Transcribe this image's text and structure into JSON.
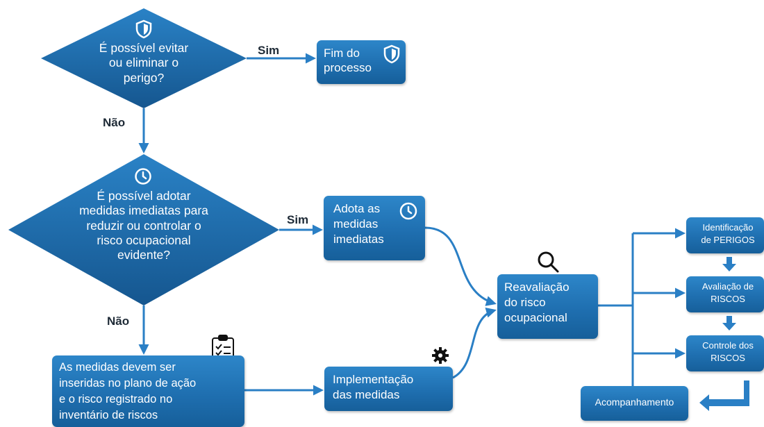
{
  "colors": {
    "box_blue": "#1f6fb0",
    "diamond_blue": "#1a5f9b",
    "arrow_blue": "#2a7fc5",
    "label_dark": "#1e2a36"
  },
  "decision_1": {
    "icon": "shield-icon",
    "text": "É possível evitar\nou eliminar o\nperigo?",
    "yes_label": "Sim",
    "no_label": "Não"
  },
  "end_box": {
    "text": "Fim do\nprocesso",
    "icon": "shield-icon"
  },
  "decision_2": {
    "icon": "clock-icon",
    "text": "É possível adotar\nmedidas imediatas para\nreduzir ou controlar o\nrisco ocupacional\nevidente?",
    "yes_label": "Sim",
    "no_label": "Não"
  },
  "immediate_box": {
    "text": "Adota as\nmedidas\nimediatas",
    "icon": "clock-icon"
  },
  "plan_box": {
    "text": "As medidas devem ser\ninseridas no plano de ação\ne o risco registrado no\ninventário de riscos",
    "icon": "clipboard-icon"
  },
  "implementation_box": {
    "text": "Implementação\ndas medidas",
    "icon": "gear-icon"
  },
  "reassessment_box": {
    "text": "Reavaliação\ndo risco\nocupacional",
    "icon": "magnifier-icon"
  },
  "cycle": {
    "identification": "Identificação\nde PERIGOS",
    "evaluation": "Avaliação de\nRISCOS",
    "control": "Controle dos\nRISCOS",
    "monitoring": "Acompanhamento"
  }
}
